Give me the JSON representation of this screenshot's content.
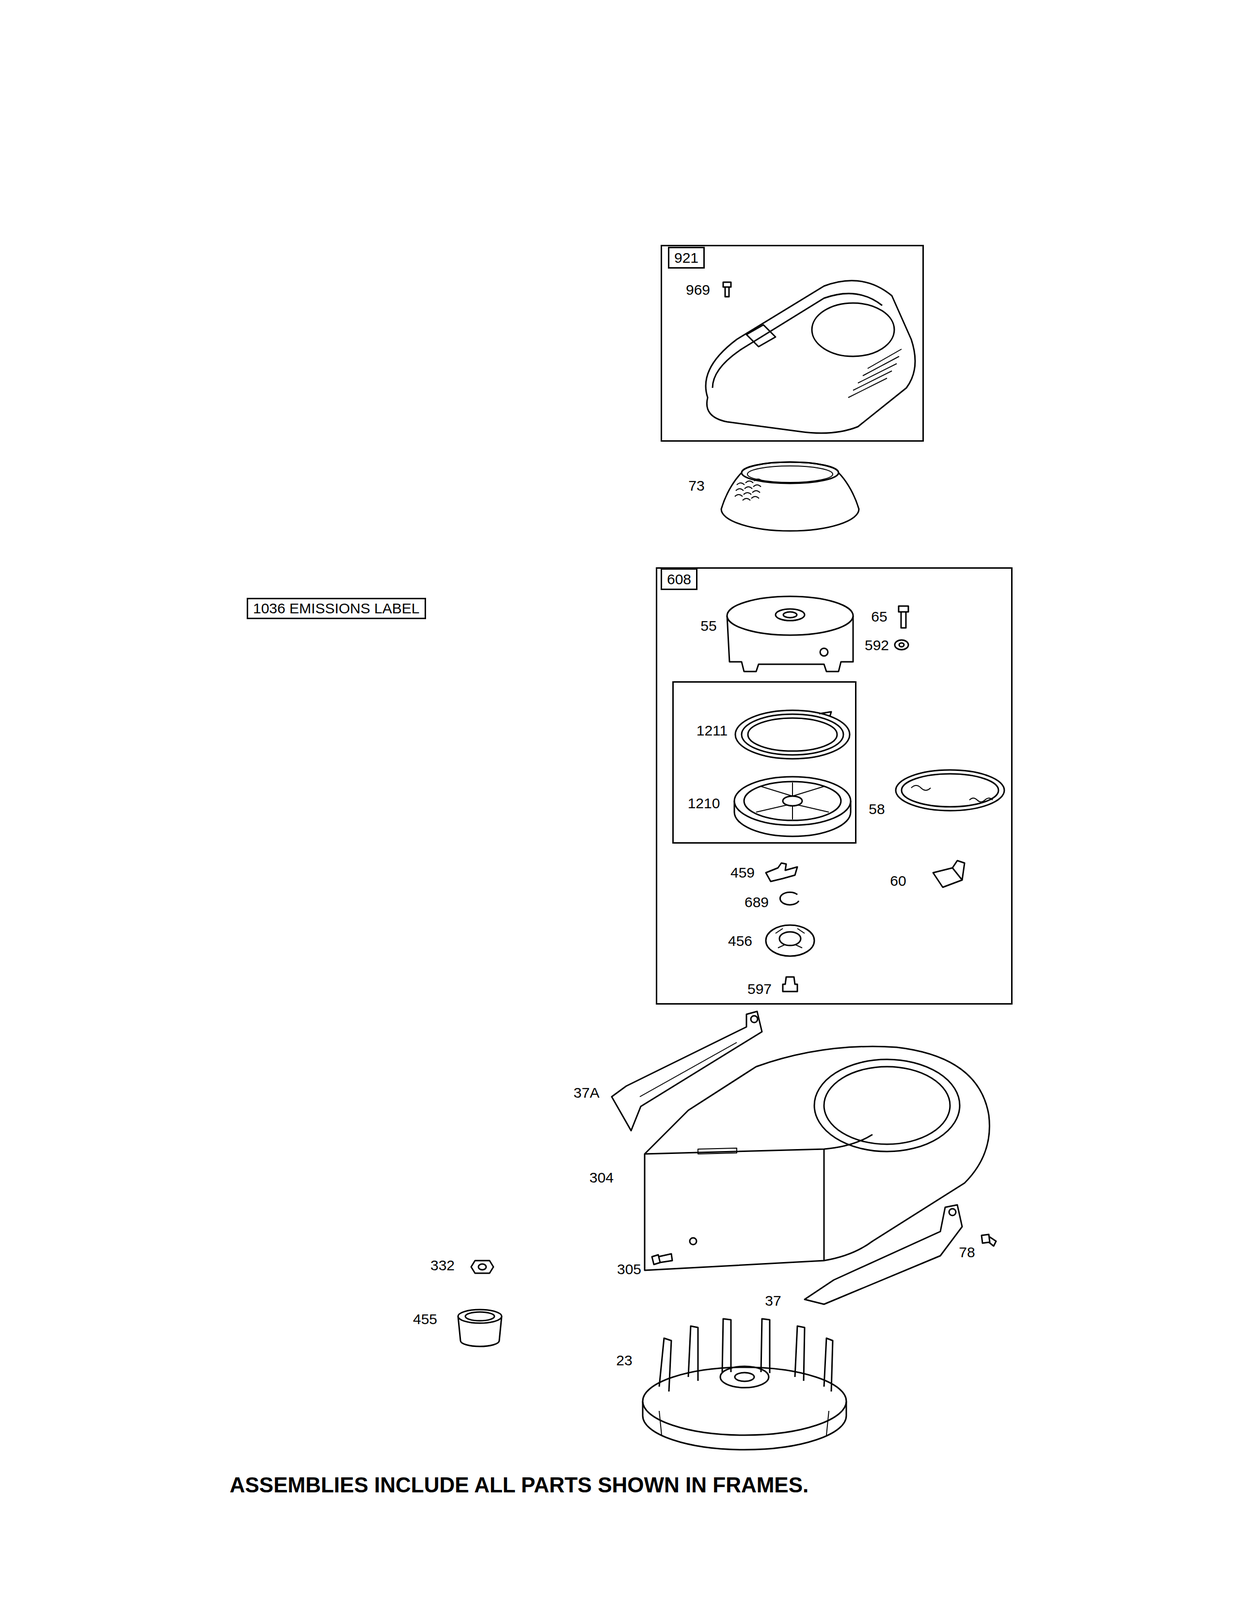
{
  "diagram": {
    "caption": "ASSEMBLIES INCLUDE ALL PARTS SHOWN IN FRAMES.",
    "nodes": [
      {
        "text": [
          "921",
          "969"
        ]
      },
      {
        "text": [
          "608",
          "55",
          "65",
          "592",
          "58",
          "459",
          "60",
          "689",
          "456",
          "597"
        ]
      },
      {
        "text": [
          "1211",
          "1210"
        ],
        "in": 1
      },
      {
        "text": [
          "1036 EMISSIONS LABEL"
        ]
      }
    ],
    "labels": [
      "73",
      "37A",
      "304",
      "332",
      "305",
      "78",
      "455",
      "37",
      "23"
    ]
  }
}
